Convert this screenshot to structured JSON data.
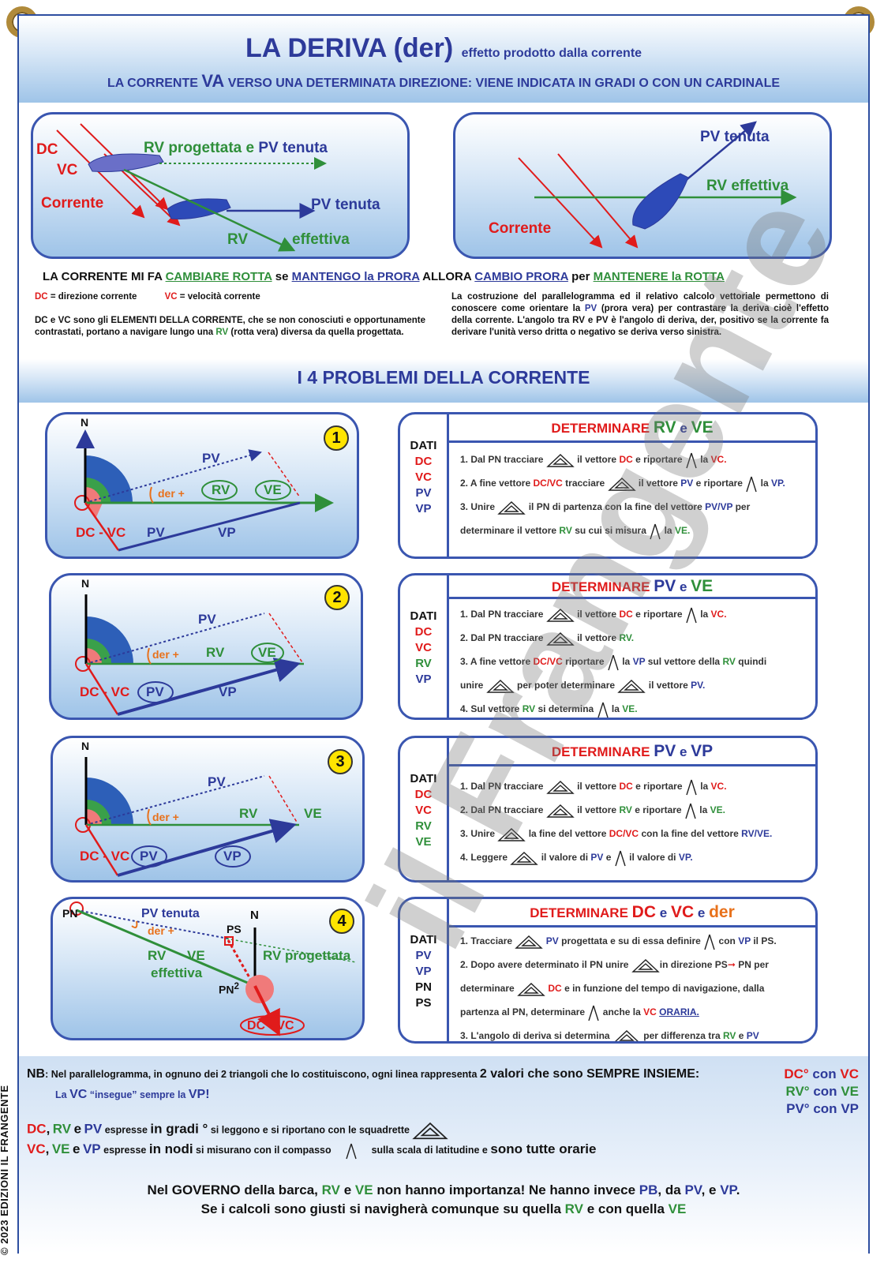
{
  "header": {
    "title": "LA DERIVA (der)",
    "title_note": "effetto prodotto dalla corrente",
    "subtitle_a": "LA CORRENTE",
    "subtitle_va": "VA",
    "subtitle_b": "VERSO UNA DETERMINATA DIREZIONE:  VIENE INDICATA IN GRADI O CON UN CARDINALE"
  },
  "diag1": {
    "dc": "DC",
    "vc": "VC",
    "corrente": "Corrente",
    "rv_prog": "RV progettata e",
    "pv_tenuta1": "PV tenuta",
    "pv_tenuta2": "PV  tenuta",
    "rv": "RV",
    "effettiva": "effettiva"
  },
  "diag2": {
    "pv_tenuta": "PV   tenuta",
    "rv_eff": "RV effettiva",
    "corrente": "Corrente"
  },
  "rule": {
    "a": "LA CORRENTE MI FA",
    "b": "CAMBIARE ROTTA",
    "c": "se",
    "d": "MANTENGO la  PRORA",
    "e": "ALLORA",
    "f": "CAMBIO PRORA",
    "g": "per",
    "h": "MANTENERE la ROTTA"
  },
  "defs": {
    "dc": "DC",
    "dc_t": "= direzione corrente",
    "vc": "VC",
    "vc_t": "= velocità corrente"
  },
  "left_text_a": "DC e VC sono gli ELEMENTI DELLA CORRENTE, che se non conosciuti e opportunamente contrastati, portano a navigare lungo una",
  "left_text_rv": "RV",
  "left_text_b": "(rotta vera) diversa da quella progettata.",
  "right_text_a": "La costruzione del parallelogramma ed il relativo calcolo vettoriale permettono di conoscere come orientare la",
  "right_text_pv": "PV",
  "right_text_b": "(prora vera) per contrastare la deriva cioè l'effetto della corrente. L'angolo tra RV e PV è l'angolo di deriva, der, positivo se la corrente fa derivare l'unità verso dritta o negativo se deriva verso sinistra.",
  "section_title": "I 4 PROBLEMI DELLA CORRENTE",
  "problems": [
    {
      "num": "1",
      "n": "N",
      "pv": "PV",
      "der": "der +",
      "rv": "RV",
      "ve": "VE",
      "dcvc": "DC - VC",
      "pv2": "PV",
      "vp": "VP",
      "head_a": "DETERMINARE",
      "k1": "RV",
      "e": "e",
      "k2": "VE",
      "dati": "DATI",
      "d": [
        "DC",
        "VC",
        "PV",
        "VP"
      ],
      "s1a": "1. Dal PN tracciare",
      "s1b": "il vettore",
      "s1c": "DC",
      "s1d": "e  riportare",
      "s1e": "la",
      "s1f": "VC.",
      "s2a": "2. A fine  vettore",
      "s2b": "DC/VC",
      "s2c": "tracciare",
      "s2d": "il vettore",
      "s2e": "PV",
      "s2f": "e riportare",
      "s2g": "la",
      "s2h": "VP.",
      "s3a": "3. Unire",
      "s3b": "il PN di partenza con la fine del vettore",
      "s3c": "PV/VP",
      "s3d": "per",
      "s4a": "determinare il vettore",
      "s4b": "RV",
      "s4c": "su cui si misura",
      "s4d": "la",
      "s4e": "VE."
    },
    {
      "num": "2",
      "n": "N",
      "pv": "PV",
      "der": "der +",
      "rv": "RV",
      "ve": "VE",
      "dcvc": "DC - VC",
      "pv2": "PV",
      "vp": "VP",
      "head_a": "DETERMINARE",
      "k1": "PV",
      "e": "e",
      "k2": "VE",
      "dati": "DATI",
      "d": [
        "DC",
        "VC",
        "RV",
        "VP"
      ],
      "s1a": "1. Dal PN tracciare",
      "s1b": "il vettore",
      "s1c": "DC",
      "s1d": "e  riportare",
      "s1e": "la",
      "s1f": "VC.",
      "s2a": "2. Dal PN tracciare",
      "s2b": "il vettore",
      "s2c": "RV.",
      "s3a": "3. A fine  vettore",
      "s3b": "DC/VC",
      "s3c": "riportare",
      "s3d": "la",
      "s3e": "VP",
      "s3f": "sul vettore della",
      "s3g": "RV",
      "s3h": "quindi",
      "s4a": "unire",
      "s4b": "per poter determinare",
      "s4c": "il vettore",
      "s4d": "PV.",
      "s5a": "4. Sul vettore",
      "s5b": "RV",
      "s5c": "si determina",
      "s5d": "la",
      "s5e": "VE."
    },
    {
      "num": "3",
      "n": "N",
      "pv": "PV",
      "der": "der +",
      "rv": "RV",
      "ve": "VE",
      "dcvc": "DC - VC",
      "pv2": "PV",
      "vp": "VP",
      "head_a": "DETERMINARE",
      "k1": "PV",
      "e": "e",
      "k2": "VP",
      "dati": "DATI",
      "d": [
        "DC",
        "VC",
        "RV",
        "VE"
      ],
      "s1a": "1. Dal PN tracciare",
      "s1b": "il vettore",
      "s1c": "DC",
      "s1d": "e  riportare",
      "s1e": "la",
      "s1f": "VC.",
      "s2a": "2. Dal PN tracciare",
      "s2b": "il vettore",
      "s2c": "RV",
      "s2d": "e riportare",
      "s2e": "la",
      "s2f": "VE.",
      "s3a": "3. Unire",
      "s3b": "la fine del vettore",
      "s3c": "DC/VC",
      "s3d": "con la fine del vettore",
      "s3e": "RV/VE.",
      "s4a": "4. Leggere",
      "s4b": "il valore di",
      "s4c": "PV",
      "s4d": "e",
      "s4e": "il valore di",
      "s4f": "VP."
    },
    {
      "num": "4",
      "pn": "PN",
      "pv_tenuta": "PV tenuta",
      "der": "der +",
      "ps": "PS",
      "n": "N",
      "rv": "RV",
      "ve": "VE",
      "effettiva": "effettiva",
      "rv_prog": "RV progettata",
      "pn2": "PN",
      "pn2sub": "2",
      "dcvc": "DC - VC",
      "head_a": "DETERMINARE",
      "k1": "DC",
      "e1": "e",
      "k2": "VC",
      "e2": "e",
      "k3": "der",
      "dati": "DATI",
      "d": [
        "PV",
        "VP",
        "PN",
        "PS"
      ],
      "s1a": "1. Tracciare",
      "s1b": "PV",
      "s1c": "progettata e su di essa definire",
      "s1d": "con",
      "s1e": "VP",
      "s1f": "il PS.",
      "s2a": "2. Dopo avere determinato il",
      "s2b": "PN",
      "s2c": "unire",
      "s2d": "in direzione",
      "s2e": "PS",
      "s2f": "PN",
      "s2g": "per",
      "s3a": "determinare",
      "s3b": "DC",
      "s3c": "e in funzione del tempo di navigazione, dalla",
      "s4a": "partenza al",
      "s4b": "PN",
      "s4c": ", determinare",
      "s4d": "anche la",
      "s4e": "VC",
      "s4f": "ORARIA.",
      "s5a": "3. L'angolo di deriva si determina",
      "s5b": "per differenza tra",
      "s5c": "RV",
      "s5d": "e",
      "s5e": "PV"
    }
  ],
  "nb": {
    "nb": "NB",
    "a": ": Nel parallelogramma, in ognuno dei 2 triangoli che lo costituiscono, ogni linea rappresenta",
    "b": "2 valori che sono SEMPRE  INSIEME:",
    "c": "La",
    "c2": "VC",
    "c3": "“insegue” sempre la",
    "c4": "VP!",
    "p1a": "DC°",
    "p1b": "con",
    "p1c": "VC",
    "p2a": "RV°",
    "p2b": "con",
    "p2c": "VE",
    "p3a": "PV°",
    "p3b": "con",
    "p3c": "VP"
  },
  "gradi": {
    "a": "DC",
    "b": ",",
    "c": "RV",
    "d": "e",
    "e": "PV",
    "f": "espresse",
    "g": "in gradi °",
    "h": "si leggono e si riportano con le squadrette"
  },
  "nodi": {
    "a": "VC",
    "b": ",",
    "c": "VE",
    "d": "e",
    "e": "VP",
    "f": "espresse",
    "g": "in nodi",
    "h": "si misurano con il compasso",
    "i": "sulla scala di latitudine e",
    "j": "sono tutte orarie"
  },
  "gov1": {
    "a": "Nel GOVERNO della barca,",
    "b": "RV",
    "c": "e",
    "d": "VE",
    "e": "non hanno importanza!  Ne hanno invece",
    "f": "PB",
    "g": ", da",
    "h": "PV",
    "i": ", e",
    "j": "VP",
    "k": "."
  },
  "gov2": {
    "a": "Se i calcoli sono giusti si navigherà comunque su quella",
    "b": "RV",
    "c": "e con quella",
    "d": "VE"
  },
  "copyright": "© 2023 EDIZIONI IL FRANGENTE",
  "watermark": "il Frangente"
}
